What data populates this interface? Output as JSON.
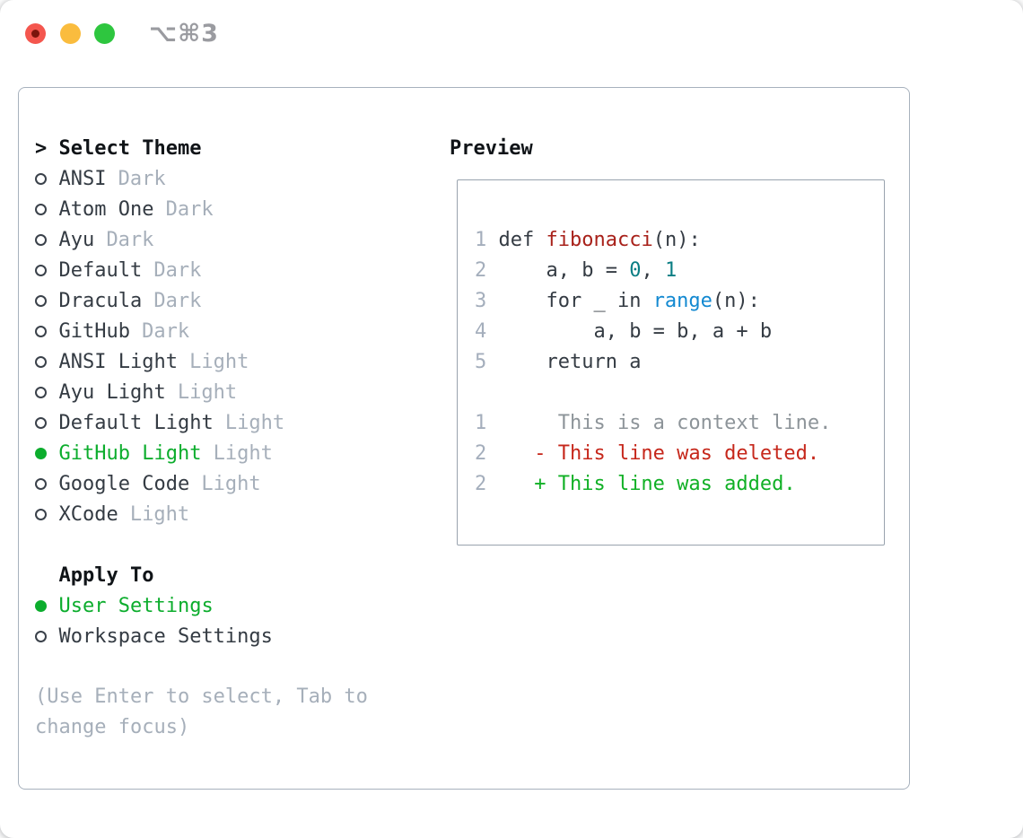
{
  "window": {
    "title": "⌥⌘3",
    "traffic_lights": [
      {
        "name": "close",
        "color": "#f4564e",
        "has_dot": true
      },
      {
        "name": "minimize",
        "color": "#fabc3e",
        "has_dot": false
      },
      {
        "name": "zoom",
        "color": "#2ec63f",
        "has_dot": false
      }
    ]
  },
  "theme_picker": {
    "prompt": ">",
    "header": "Select Theme",
    "items": [
      {
        "name": "ANSI",
        "variant": "Dark",
        "selected": false
      },
      {
        "name": "Atom One",
        "variant": "Dark",
        "selected": false
      },
      {
        "name": "Ayu",
        "variant": "Dark",
        "selected": false
      },
      {
        "name": "Default",
        "variant": "Dark",
        "selected": false
      },
      {
        "name": "Dracula",
        "variant": "Dark",
        "selected": false
      },
      {
        "name": "GitHub",
        "variant": "Dark",
        "selected": false
      },
      {
        "name": "ANSI Light",
        "variant": "Light",
        "selected": false
      },
      {
        "name": "Ayu Light",
        "variant": "Light",
        "selected": false
      },
      {
        "name": "Default Light",
        "variant": "Light",
        "selected": false
      },
      {
        "name": "GitHub Light",
        "variant": "Light",
        "selected": true
      },
      {
        "name": "Google Code",
        "variant": "Light",
        "selected": false
      },
      {
        "name": "XCode",
        "variant": "Light",
        "selected": false
      }
    ]
  },
  "apply_to": {
    "header": "Apply To",
    "options": [
      {
        "name": "User Settings",
        "selected": true
      },
      {
        "name": "Workspace Settings",
        "selected": false
      }
    ]
  },
  "hint": {
    "text": "(Use Enter to select, Tab to change focus)"
  },
  "preview": {
    "header": "Preview",
    "code_lines": [
      {
        "num": "1",
        "segments": [
          {
            "text": "def ",
            "style": "code"
          },
          {
            "text": "fibonacci",
            "style": "func"
          },
          {
            "text": "(n):",
            "style": "code"
          }
        ]
      },
      {
        "num": "2",
        "segments": [
          {
            "text": "    a, b = ",
            "style": "code"
          },
          {
            "text": "0",
            "style": "num"
          },
          {
            "text": ", ",
            "style": "code"
          },
          {
            "text": "1",
            "style": "num"
          }
        ]
      },
      {
        "num": "3",
        "segments": [
          {
            "text": "    for _ in ",
            "style": "code"
          },
          {
            "text": "range",
            "style": "builtin"
          },
          {
            "text": "(n):",
            "style": "code"
          }
        ]
      },
      {
        "num": "4",
        "segments": [
          {
            "text": "        a, b = b, a + b",
            "style": "code"
          }
        ]
      },
      {
        "num": "5",
        "segments": [
          {
            "text": "    return a",
            "style": "code"
          }
        ]
      }
    ],
    "diff_lines": [
      {
        "num": "1",
        "kind": "context",
        "text": "      This is a context line."
      },
      {
        "num": "2",
        "kind": "deleted",
        "text": "    - This line was deleted."
      },
      {
        "num": "2",
        "kind": "added",
        "text": "    + This line was added."
      }
    ]
  },
  "colors": {
    "heading": "#101418",
    "text": "#343b43",
    "muted": "#a6afba",
    "line_number": "#a4aebc",
    "context_gray": "#8d9499",
    "selected_green": "#0cad2d",
    "func_red": "#a8211a",
    "number_teal": "#0b7e84",
    "builtin_blue": "#1389d1",
    "diff_red": "#c6271b",
    "diff_green": "#10b025",
    "panel_border": "#a7b1bd",
    "preview_border": "#99a3ae"
  }
}
